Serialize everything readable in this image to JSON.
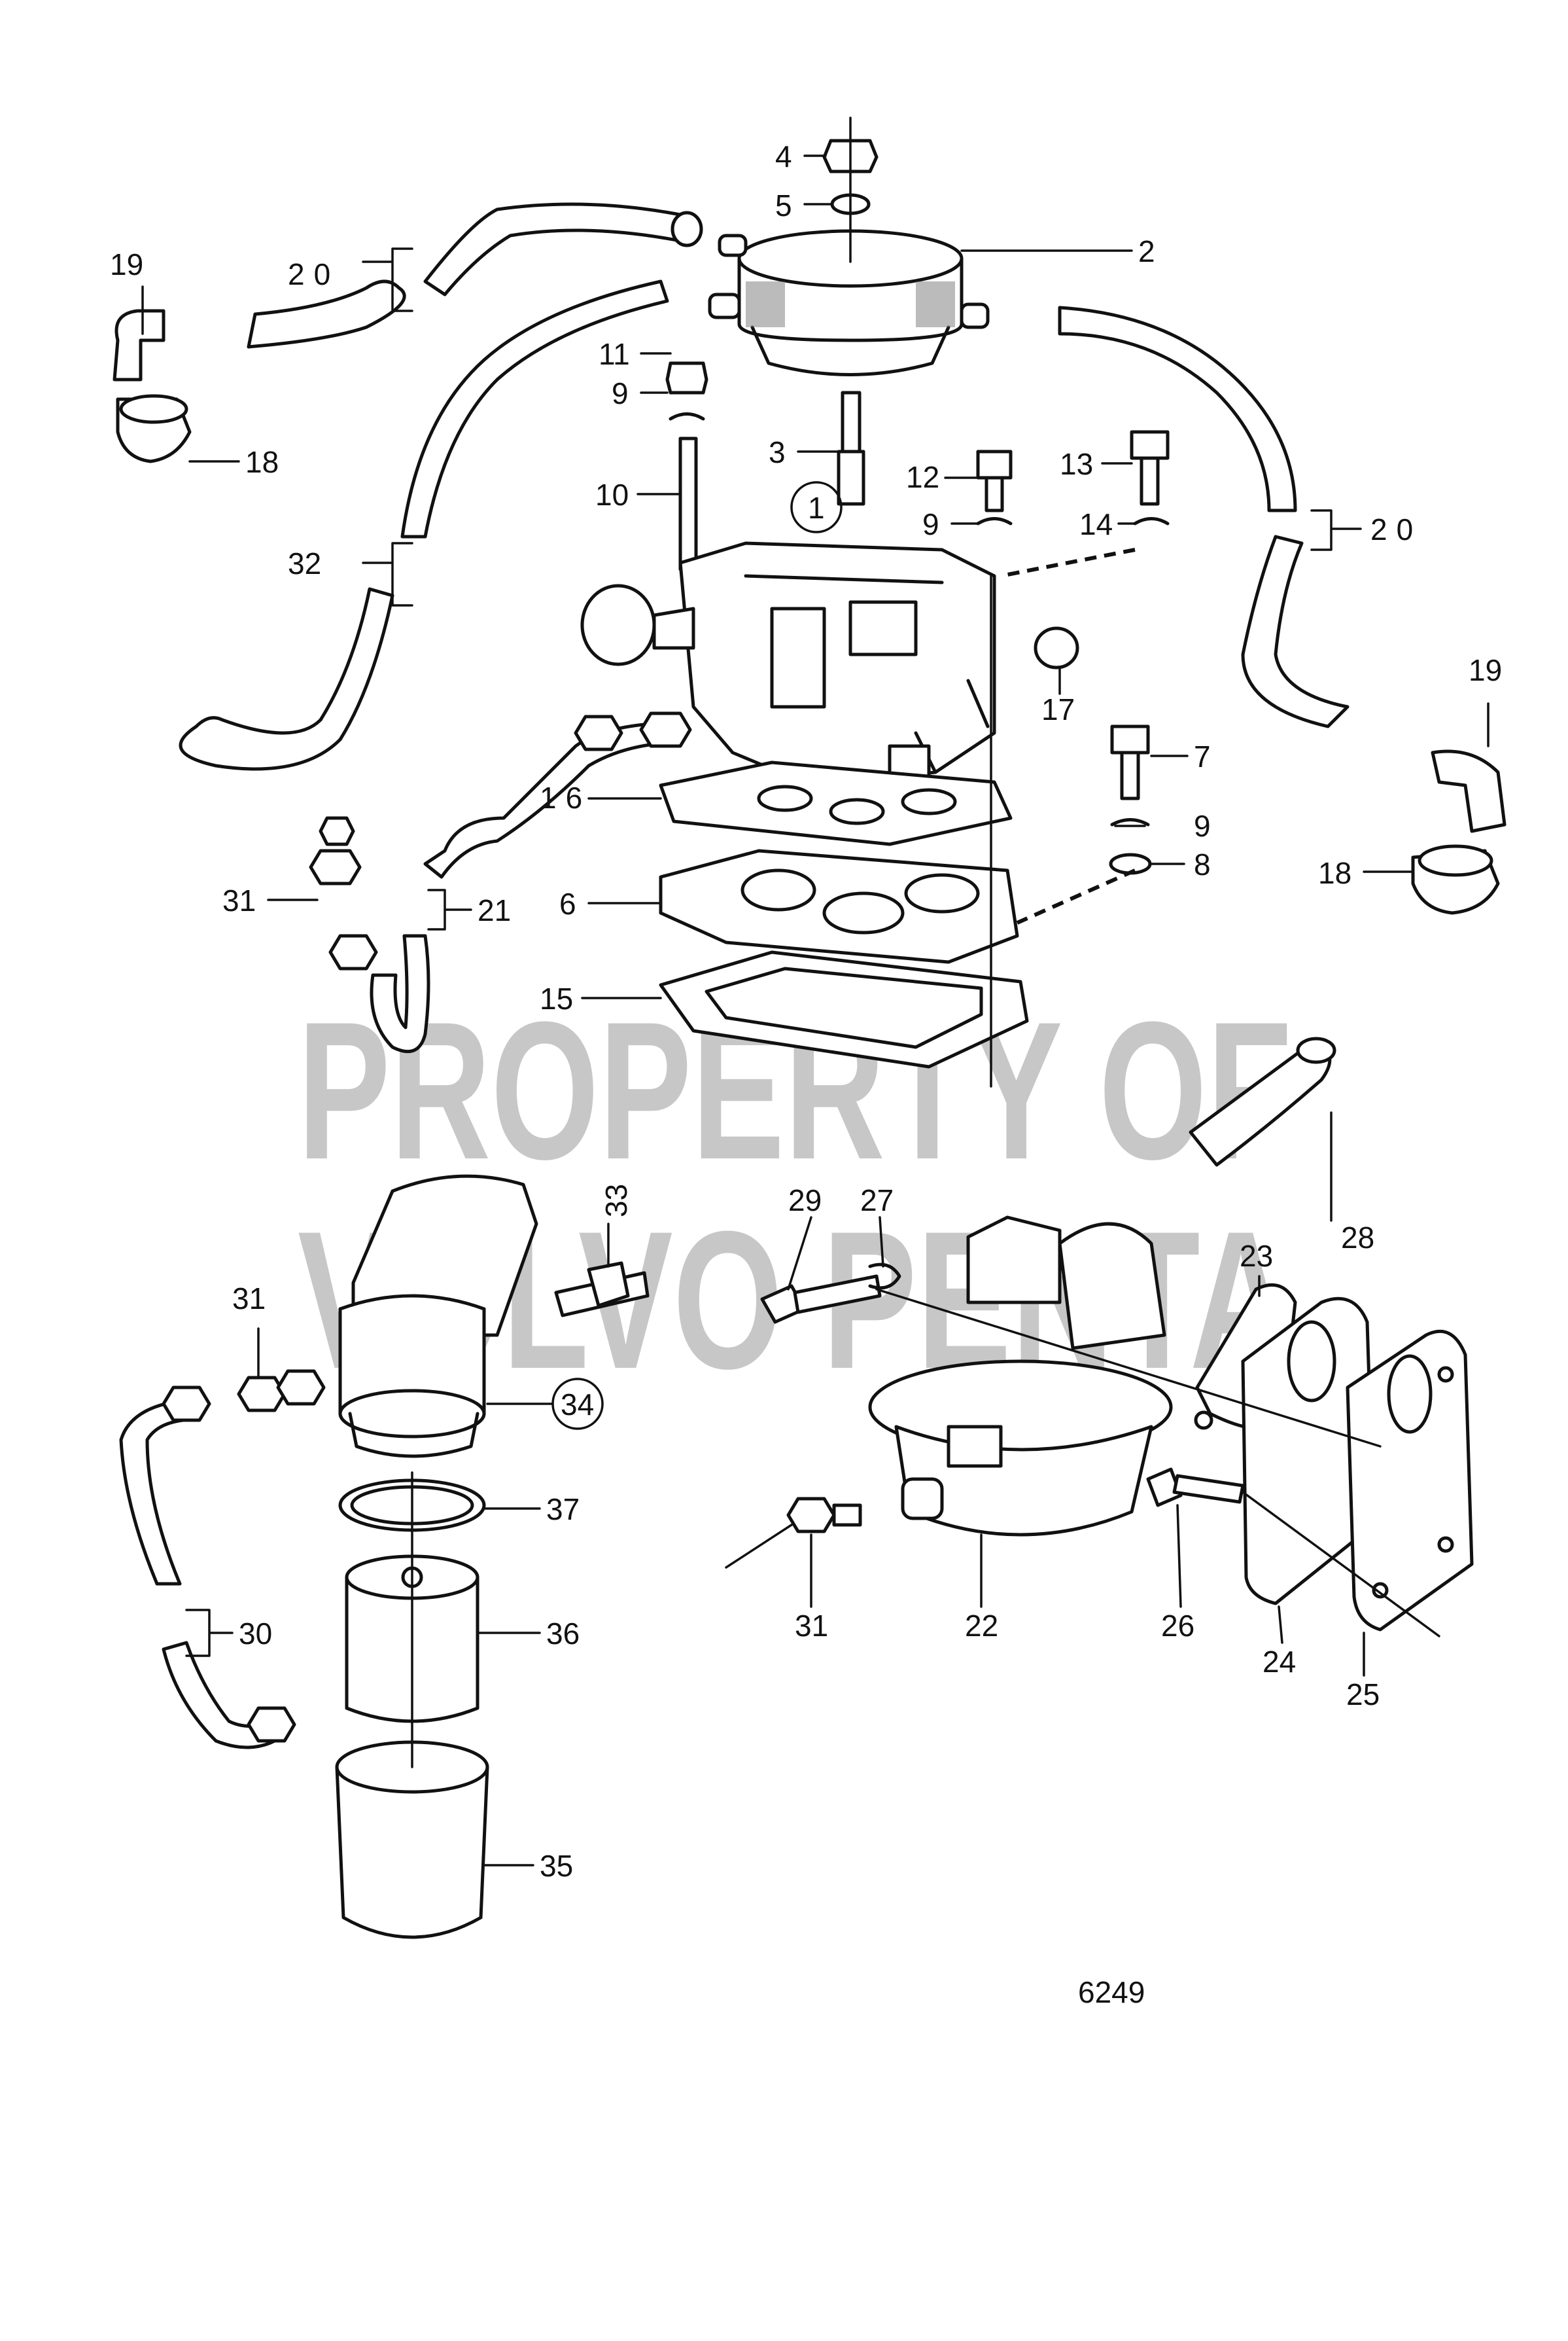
{
  "watermark": {
    "line1": "PROPERTY OF",
    "line2": "VOLVO PENTA"
  },
  "figure_number": "6249",
  "callouts": [
    {
      "id": "c4",
      "text": "4"
    },
    {
      "id": "c5",
      "text": "5"
    },
    {
      "id": "c2",
      "text": "2"
    },
    {
      "id": "c19a",
      "text": "19"
    },
    {
      "id": "c20a",
      "text": "20"
    },
    {
      "id": "c11",
      "text": "11"
    },
    {
      "id": "c9a",
      "text": "9"
    },
    {
      "id": "c18a",
      "text": "18"
    },
    {
      "id": "c10",
      "text": "10"
    },
    {
      "id": "c3",
      "text": "3"
    },
    {
      "id": "c12",
      "text": "12"
    },
    {
      "id": "c13",
      "text": "13"
    },
    {
      "id": "c1",
      "text": "1"
    },
    {
      "id": "c9b",
      "text": "9"
    },
    {
      "id": "c14",
      "text": "14"
    },
    {
      "id": "c20b",
      "text": "20"
    },
    {
      "id": "c32",
      "text": "32"
    },
    {
      "id": "c17",
      "text": "17"
    },
    {
      "id": "c19b",
      "text": "19"
    },
    {
      "id": "c16",
      "text": "16"
    },
    {
      "id": "c7",
      "text": "7"
    },
    {
      "id": "c9c",
      "text": "9"
    },
    {
      "id": "c8",
      "text": "8"
    },
    {
      "id": "c18b",
      "text": "18"
    },
    {
      "id": "c31a",
      "text": "31"
    },
    {
      "id": "c21",
      "text": "21"
    },
    {
      "id": "c6",
      "text": "6"
    },
    {
      "id": "c15",
      "text": "15"
    },
    {
      "id": "c28",
      "text": "28"
    },
    {
      "id": "c33",
      "text": "33"
    },
    {
      "id": "c29",
      "text": "29"
    },
    {
      "id": "c27",
      "text": "27"
    },
    {
      "id": "c23",
      "text": "23"
    },
    {
      "id": "c31b",
      "text": "31"
    },
    {
      "id": "c34",
      "text": "34"
    },
    {
      "id": "c37",
      "text": "37"
    },
    {
      "id": "c30",
      "text": "30"
    },
    {
      "id": "c36",
      "text": "36"
    },
    {
      "id": "c31c",
      "text": "31"
    },
    {
      "id": "c22",
      "text": "22"
    },
    {
      "id": "c26",
      "text": "26"
    },
    {
      "id": "c24",
      "text": "24"
    },
    {
      "id": "c25",
      "text": "25"
    },
    {
      "id": "c35",
      "text": "35"
    }
  ]
}
